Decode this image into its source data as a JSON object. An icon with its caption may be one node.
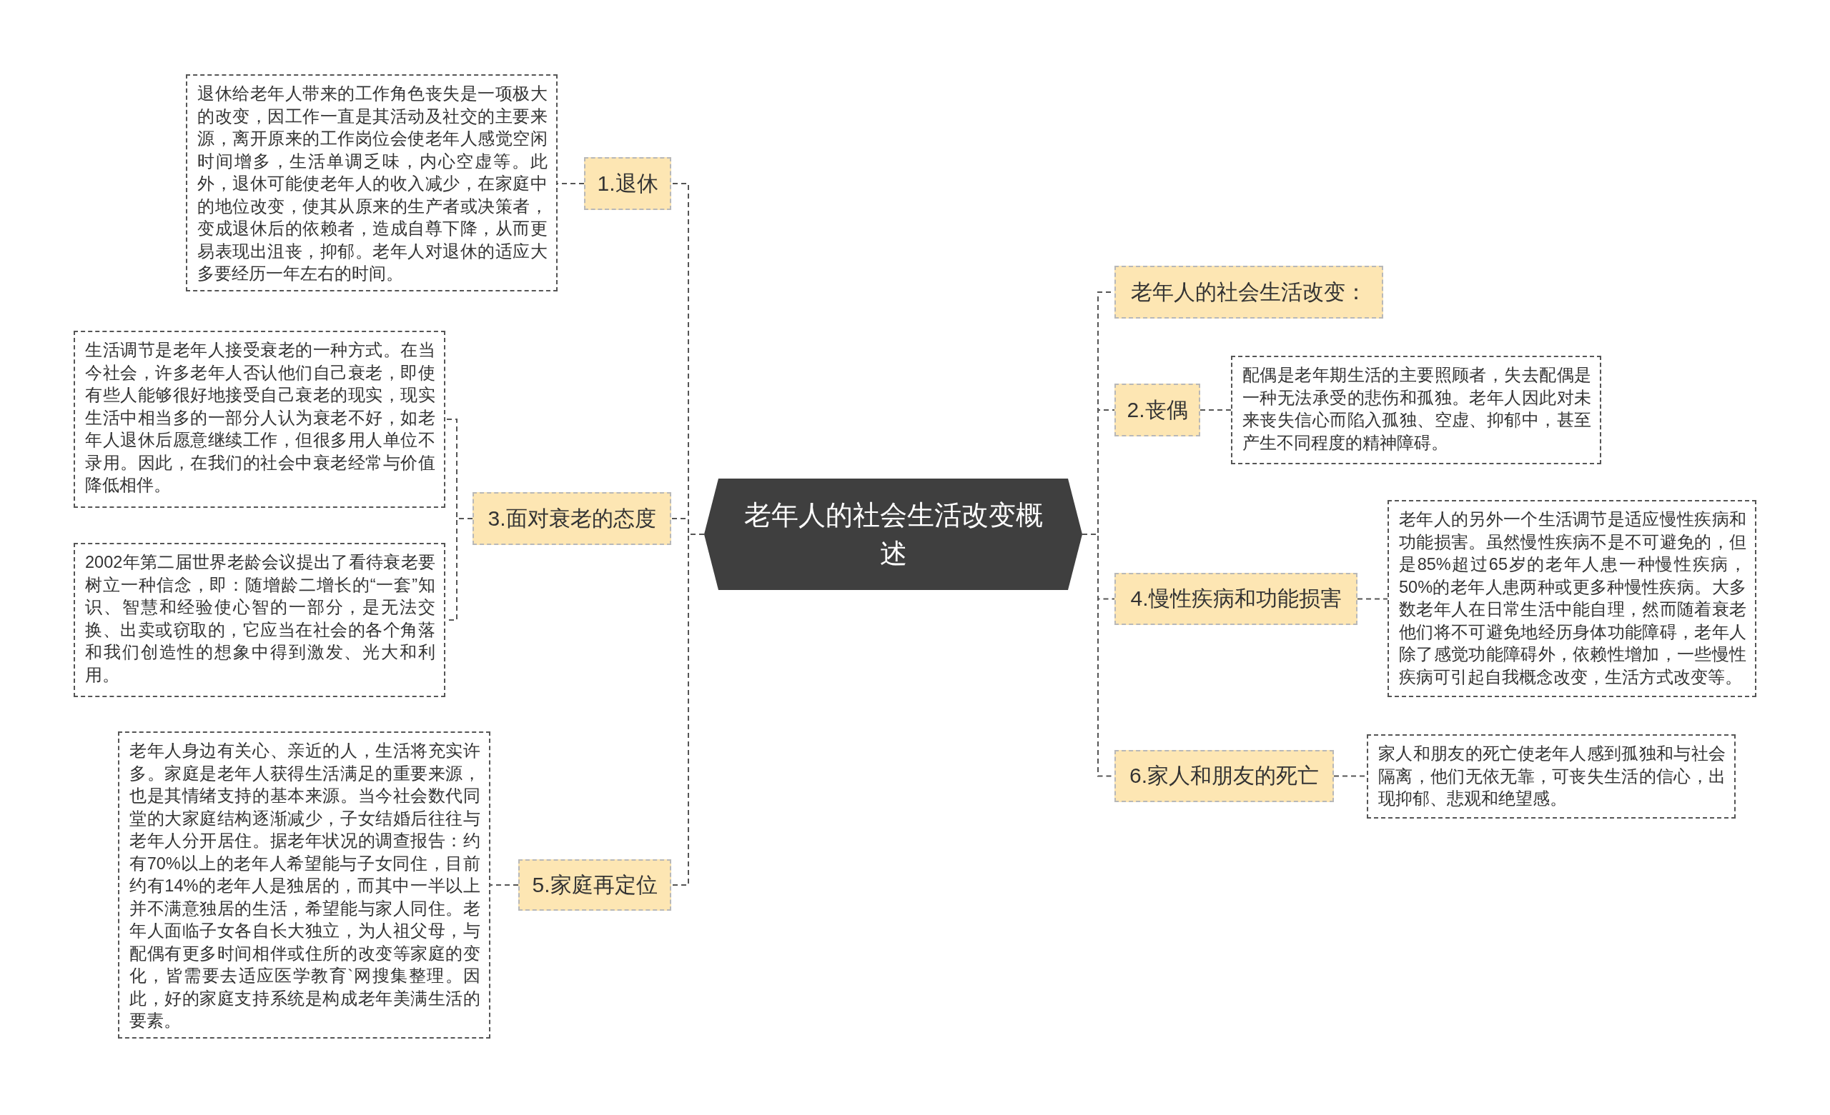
{
  "diagram": {
    "nodes": [
      {
        "text": [
          "老年人的社会生活改变概述"
        ]
      },
      {
        "text": [
          "1.退休"
        ]
      },
      {
        "text": [
          "退休给老年人带来的工作角色丧失是一项极大的改变，因工作一直是其活动及社交的主要来源，离开原来的工作岗位会使老年人感觉空闲时间增多，生活单调乏味，内心空虚等。此外，退休可能使老年人的收入减少，在家庭中的地位改变，使其从原来的生产者或决策者，变成退休后的依赖者，造成自尊下降，从而更易表现出沮丧，抑郁。老年人对退休的适应大多要经历一年左右的时间。"
        ]
      },
      {
        "text": [
          "3.面对衰老的态度"
        ]
      },
      {
        "text": [
          "生活调节是老年人接受衰老的一种方式。在当今社会，许多老年人否认他们自己衰老，即使有些人能够很好地接受自己衰老的现实，现实生活中相当多的一部分人认为衰老不好，如老年人退休后愿意继续工作，但很多用人单位不录用。因此，在我们的社会中衰老经常与价值降低相伴。"
        ]
      },
      {
        "text": [
          "2002年第二届世界老龄会议提出了看待衰老要树立一种信念，即：随增龄二增长的“一套”知识、智慧和经验使心智的一部分，是无法交换、出卖或窃取的，它应当在社会的各个角落和我们创造性的想象中得到激发、光大和利用。"
        ]
      },
      {
        "text": [
          "5.家庭再定位"
        ]
      },
      {
        "text": [
          "老年人身边有关心、亲近的人，生活将充实许多。家庭是老年人获得生活满足的重要来源，也是其情绪支持的基本来源。当今社会数代同堂的大家庭结构逐渐减少，子女结婚后往往与老年人分开居住。据老年状况的调查报告：约有70%以上的老年人希望能与子女同住，目前约有14%的老年人是独居的，而其中一半以上并不满意独居的生活，希望能与家人同住。老年人面临子女各自长大独立，为人祖父母，与配偶有更多时间相伴或住所的改变等家庭的变化，皆需要去适应医学教育`网搜集整理。因此，好的家庭支持系统是构成老年美满生活的要素。"
        ]
      },
      {
        "text": [
          "老年人的社会生活改变："
        ]
      },
      {
        "text": [
          "2.丧偶"
        ]
      },
      {
        "text": [
          "配偶是老年期生活的主要照顾者，失去配偶是一种无法承受的悲伤和孤独。老年人因此对未来丧失信心而陷入孤独、空虚、抑郁中，甚至产生不同程度的精神障碍。"
        ]
      },
      {
        "text": [
          "4.慢性疾病和功能损害"
        ]
      },
      {
        "text": [
          "老年人的另外一个生活调节是适应慢性疾病和功能损害。虽然慢性疾病不是不可避免的，但是85%超过65岁的老年人患一种慢性疾病，50%的老年人患两种或更多种慢性疾病。大多数老年人在日常生活中能自理，然而随着衰老他们将不可避免地经历身体功能障碍，老年人除了感觉功能障碍外，依赖性增加，一些慢性疾病可引起自我概念改变，生活方式改变等。"
        ]
      },
      {
        "text": [
          "6.家人和朋友的死亡"
        ]
      },
      {
        "text": [
          "家人和朋友的死亡使老年人感到孤独和与社会隔离，他们无依无靠，可丧失生活的信心，出现抑郁、悲观和绝望感。"
        ]
      }
    ],
    "edges": [
      {
        "from": 0,
        "to": 1,
        "arrow": "none"
      },
      {
        "from": 0,
        "to": 3,
        "arrow": "none"
      },
      {
        "from": 0,
        "to": 6,
        "arrow": "none"
      },
      {
        "from": 0,
        "to": 8,
        "arrow": "none"
      },
      {
        "from": 0,
        "to": 9,
        "arrow": "none"
      },
      {
        "from": 0,
        "to": 11,
        "arrow": "none"
      },
      {
        "from": 0,
        "to": 13,
        "arrow": "none"
      },
      {
        "from": 1,
        "to": 2,
        "arrow": "none"
      },
      {
        "from": 3,
        "to": 4,
        "arrow": "none"
      },
      {
        "from": 3,
        "to": 5,
        "arrow": "none"
      },
      {
        "from": 6,
        "to": 7,
        "arrow": "none"
      },
      {
        "from": 9,
        "to": 10,
        "arrow": "none"
      },
      {
        "from": 11,
        "to": 12,
        "arrow": "none"
      },
      {
        "from": 13,
        "to": 14,
        "arrow": "none"
      }
    ]
  }
}
